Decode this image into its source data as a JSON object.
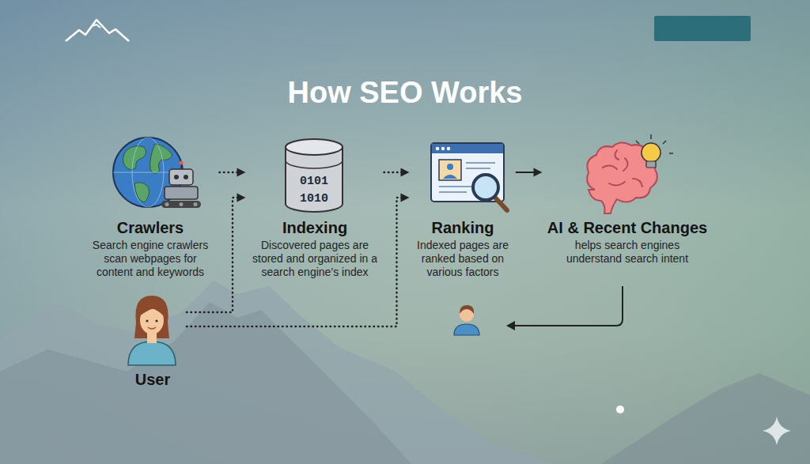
{
  "diagram": {
    "title": "How SEO Works",
    "nodes": [
      {
        "text": [
          "Crawlers",
          "Search engine crawlers scan webpages for content and keywords"
        ]
      },
      {
        "text": [
          "Indexing",
          "Discovered pages are stored and organized in a search engine’s index"
        ]
      },
      {
        "text": [
          "Ranking",
          "Indexed pages are ranked based on various factors"
        ]
      },
      {
        "text": [
          "AI & Recent Changes",
          "helps search engines understand search intent"
        ]
      },
      {
        "text": [
          "User"
        ]
      }
    ],
    "edges": [
      {
        "from": 0,
        "to": 1,
        "arrow": "to"
      },
      {
        "from": 1,
        "to": 2,
        "arrow": "to"
      },
      {
        "from": 2,
        "to": 3,
        "arrow": "to"
      },
      {
        "from": 4,
        "to": 1,
        "arrow": "to"
      },
      {
        "from": 4,
        "to": 2,
        "arrow": "to"
      }
    ],
    "labels": [
      "0101",
      "1010"
    ]
  }
}
